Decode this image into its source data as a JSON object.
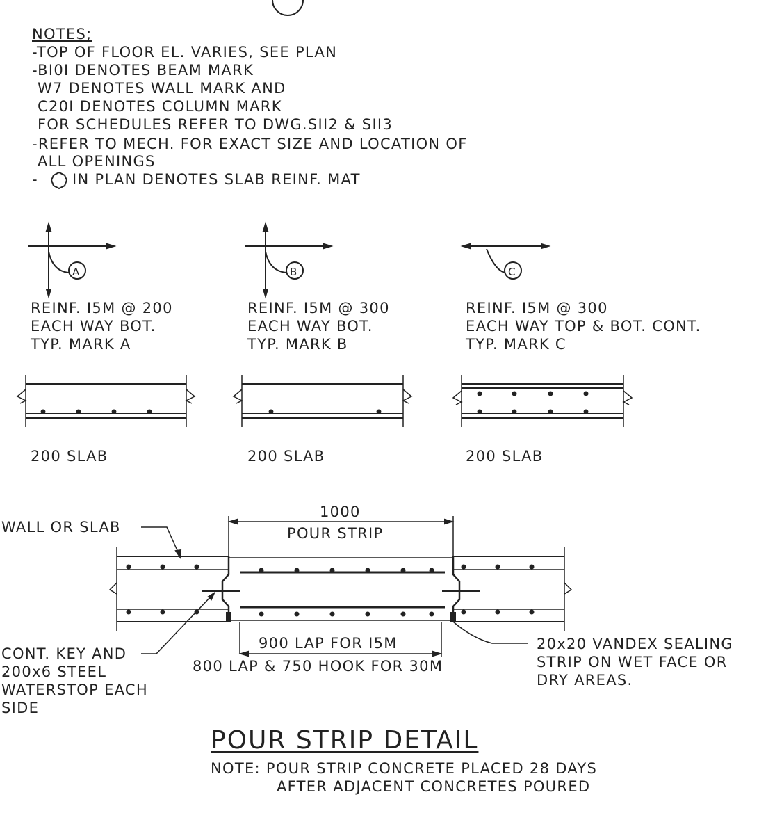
{
  "notes": {
    "title": "NOTES;",
    "lines": [
      "-TOP OF FLOOR EL. VARIES, SEE PLAN",
      "-BI0I DENOTES BEAM MARK",
      " W7 DENOTES WALL MARK AND",
      " C20I DENOTES COLUMN MARK",
      " FOR SCHEDULES REFER TO DWG.SII2 & SII3",
      "-REFER TO MECH. FOR EXACT SIZE AND LOCATION OF",
      " ALL OPENINGS"
    ],
    "mat_prefix": "-",
    "mat_text": "IN PLAN DENOTES SLAB REINF. MAT"
  },
  "marks": [
    {
      "letter": "A",
      "lines": [
        "REINF. I5M @ 200",
        "EACH WAY BOT.",
        "TYP. MARK A"
      ],
      "slab": "200 SLAB"
    },
    {
      "letter": "B",
      "lines": [
        "REINF. I5M @ 300",
        "EACH WAY BOT.",
        "TYP. MARK B"
      ],
      "slab": "200 SLAB"
    },
    {
      "letter": "C",
      "lines": [
        "REINF. I5M @ 300",
        "EACH WAY TOP & BOT. CONT.",
        "TYP. MARK C"
      ],
      "slab": "200 SLAB"
    }
  ],
  "pour_strip": {
    "dim_top_value": "1000",
    "dim_top_label": "POUR STRIP",
    "wall_label": "WALL OR SLAB",
    "lap_15m": "900 LAP FOR I5M",
    "lap_30m": "800 LAP & 750 HOOK FOR 30M",
    "key_label": [
      "CONT. KEY AND",
      "200x6 STEEL",
      "WATERSTOP EACH",
      "SIDE"
    ],
    "seal_label": [
      "20x20 VANDEX SEALING",
      "STRIP ON WET FACE OR",
      "DRY AREAS."
    ]
  },
  "title": "POUR STRIP DETAIL",
  "footnote": [
    "NOTE: POUR STRIP CONCRETE PLACED 28 DAYS",
    "AFTER ADJACENT CONCRETES POURED"
  ],
  "colors": {
    "ink": "#222222",
    "paper": "#ffffff"
  }
}
